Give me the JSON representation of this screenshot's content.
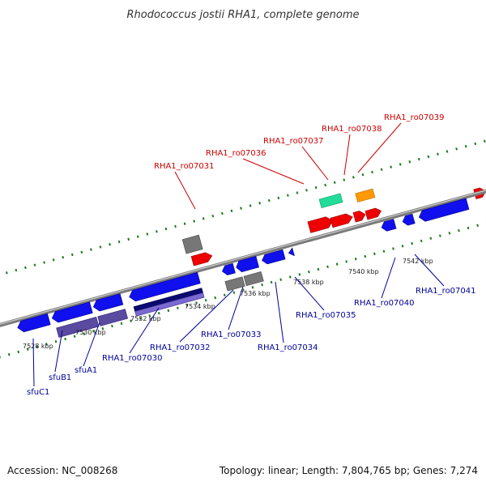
{
  "title": "Rhodococcus jostii RHA1, complete genome",
  "footer": {
    "accession": "Accession: NC_008268",
    "summary": "Topology: linear; Length: 7,804,765 bp; Genes: 7,274"
  },
  "colors": {
    "forward_red": "#ee0000",
    "reverse_blue": "#1010ee",
    "grey_feature": "#777777",
    "teal_feature": "#22dd99",
    "orange_feature": "#ff9900",
    "navy_feature": "#0a0a70",
    "violet_feature": "#5a4aa0",
    "backbone": "#7a7a7a",
    "tick_green": "#1a7a1a",
    "label_red": "#cc0000",
    "label_blue": "#000099"
  },
  "ticks": [
    {
      "label": "7528 kbp"
    },
    {
      "label": "7530 kbp"
    },
    {
      "label": "7532 kbp"
    },
    {
      "label": "7534 kbp"
    },
    {
      "label": "7536 kbp"
    },
    {
      "label": "7538 kbp"
    },
    {
      "label": "7540 kbp"
    },
    {
      "label": "7542 kbp"
    }
  ],
  "labels_red": [
    {
      "text": "RHA1_ro07031"
    },
    {
      "text": "RHA1_ro07036"
    },
    {
      "text": "RHA1_ro07037"
    },
    {
      "text": "RHA1_ro07038"
    },
    {
      "text": "RHA1_ro07039"
    }
  ],
  "labels_blue": [
    {
      "text": "RHA1_ro07041"
    },
    {
      "text": "RHA1_ro07040"
    },
    {
      "text": "RHA1_ro07035"
    },
    {
      "text": "RHA1_ro07034"
    },
    {
      "text": "RHA1_ro07033"
    },
    {
      "text": "RHA1_ro07032"
    },
    {
      "text": "RHA1_ro07030"
    },
    {
      "text": "sfuA1"
    },
    {
      "text": "sfuB1"
    },
    {
      "text": "sfuC1"
    }
  ]
}
